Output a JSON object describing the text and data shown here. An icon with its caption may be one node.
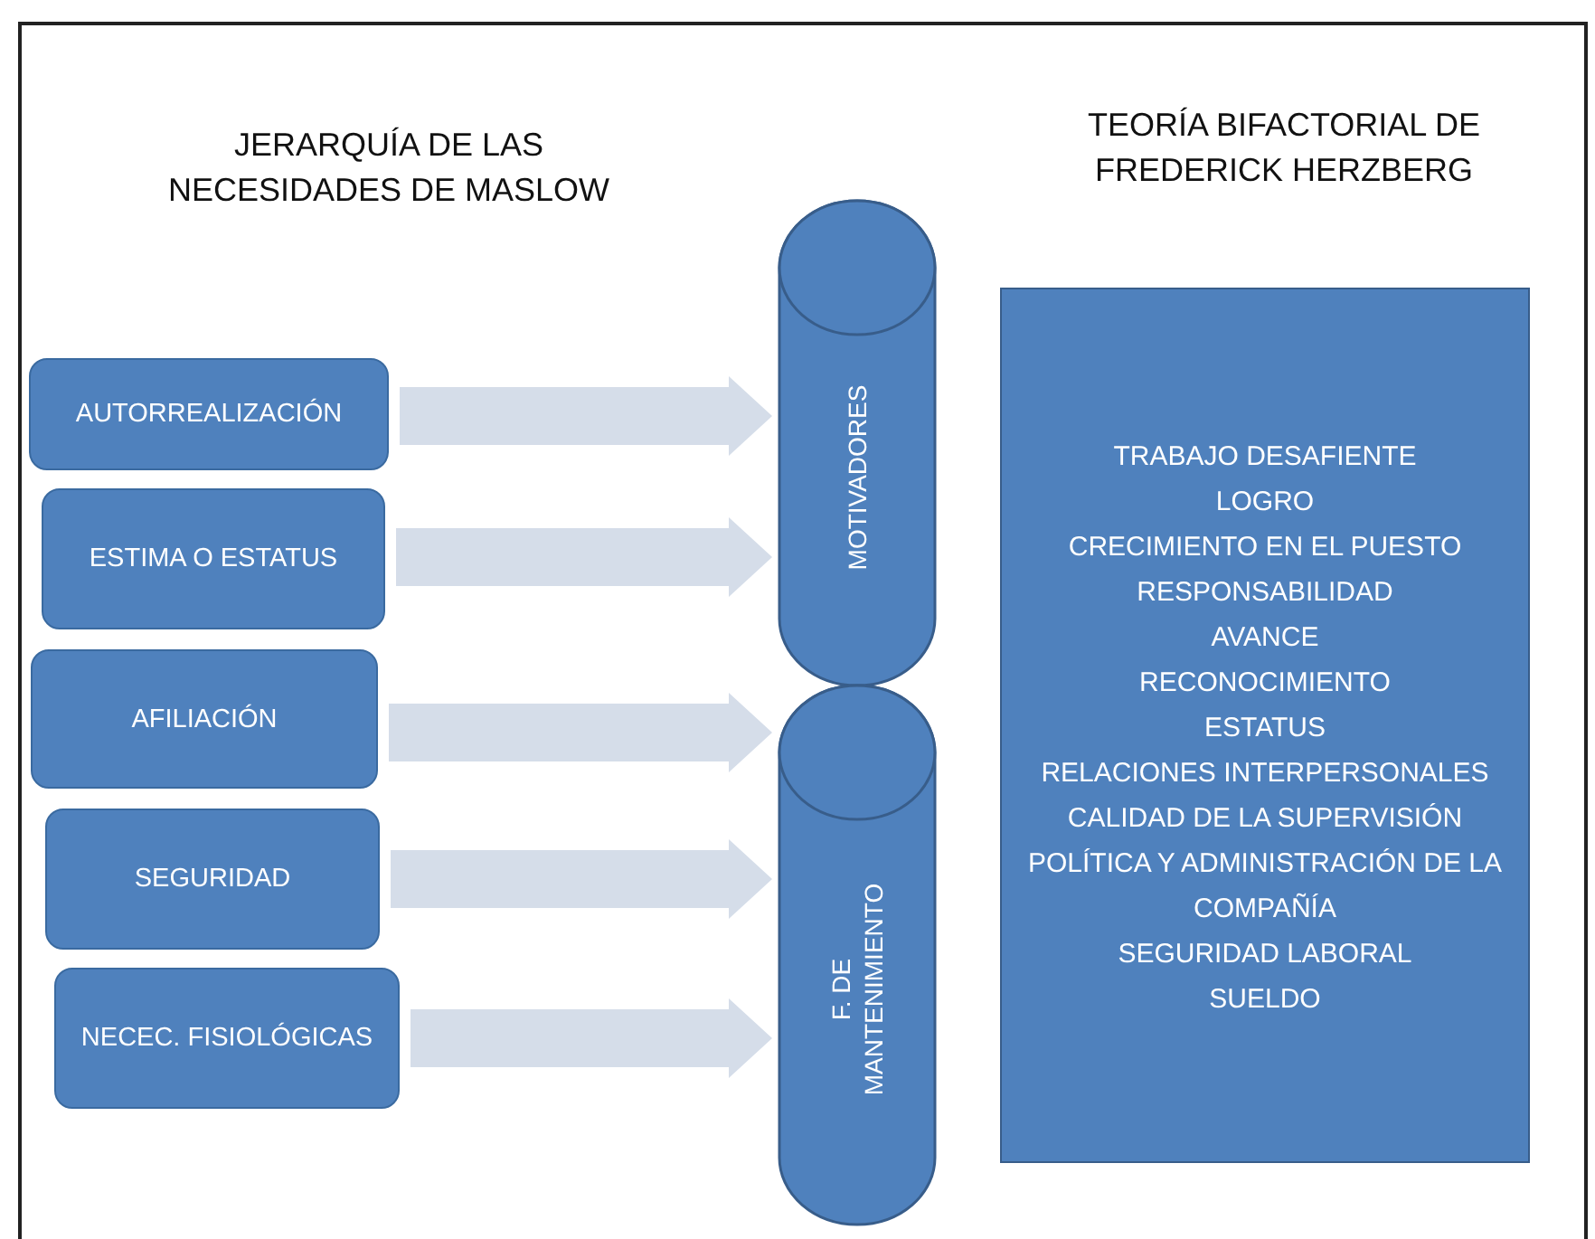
{
  "diagram": {
    "nodes": [
      {
        "text": [
          "AUTORREALIZACIÓN"
        ]
      },
      {
        "text": [
          "ESTIMA O ESTATUS"
        ]
      },
      {
        "text": [
          "AFILIACIÓN"
        ]
      },
      {
        "text": [
          "SEGURIDAD"
        ]
      },
      {
        "text": [
          "NECEC. FISIOLÓGICAS"
        ]
      },
      {
        "text": [
          "MOTIVADORES"
        ]
      },
      {
        "text": [
          "F. DE MANTENIMIENTO"
        ]
      },
      {
        "text": [
          "TRABAJO DESAFIENTE",
          "LOGRO",
          "CRECIMIENTO EN EL PUESTO",
          "RESPONSABILIDAD",
          "AVANCE",
          "RECONOCIMIENTO",
          "ESTATUS",
          "RELACIONES INTERPERSONALES",
          "CALIDAD DE LA SUPERVISIÓN",
          "POLÍTICA Y ADMINISTRACIÓN DE LA COMPAÑÍA",
          "SEGURIDAD LABORAL",
          "SUELDO"
        ]
      }
    ],
    "edges": [
      {
        "from": 0,
        "to": 5,
        "arrow": "to"
      },
      {
        "from": 1,
        "to": 5,
        "arrow": "to"
      },
      {
        "from": 2,
        "to": 6,
        "arrow": "to"
      },
      {
        "from": 3,
        "to": 6,
        "arrow": "to"
      },
      {
        "from": 4,
        "to": 6,
        "arrow": "to"
      }
    ],
    "labels": [
      "JERARQUÍA DE LAS NECESIDADES DE MASLOW",
      "TEORÍA BIFACTORIAL DE FREDERICK HERZBERG"
    ]
  }
}
